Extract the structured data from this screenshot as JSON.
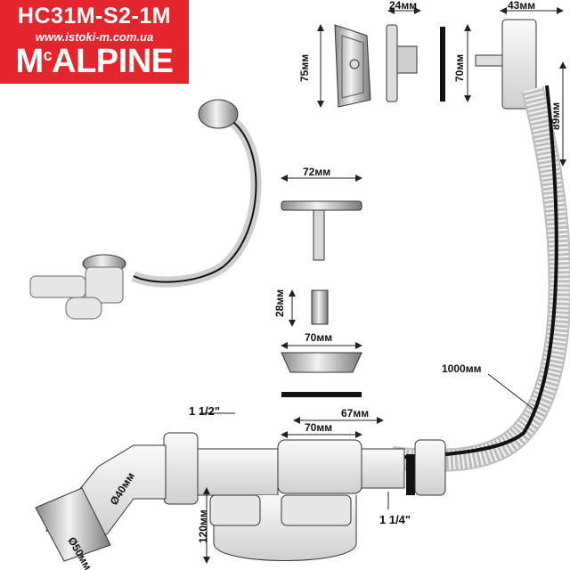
{
  "header": {
    "model": "HC31M-S2-1M",
    "website": "www.istoki-m.com.ua",
    "brand_prefix": "M",
    "brand_sup": "c",
    "brand_suffix": "ALPINE"
  },
  "dimensions": {
    "d24": "24мм",
    "d43": "43мм",
    "d75": "75мм",
    "d70v": "70мм",
    "d89": "89мм",
    "d72": "72мм",
    "d28": "28мм",
    "d70a": "70мм",
    "d1000": "1000мм",
    "d67": "67мм",
    "d70b": "70мм",
    "thread_top": "1 1/2\"",
    "thread_bottom": "1 1/4\"",
    "diam40": "Ø40мм",
    "diam50": "Ø50мм",
    "d120": "120мм"
  },
  "colors": {
    "brand_red": "#e3262b",
    "plastic": "#e6e6e6",
    "chrome": "#bfbfbf",
    "hose": "#f4f4f4",
    "cable": "#111111"
  }
}
